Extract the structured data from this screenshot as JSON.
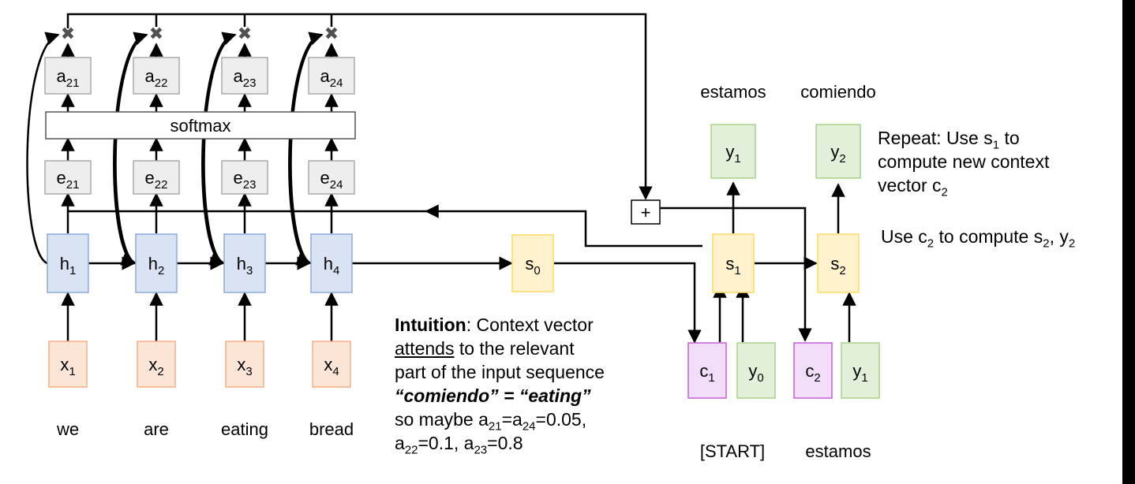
{
  "colors": {
    "h": {
      "fill": "#dae3f3",
      "stroke": "#8faadc"
    },
    "x": {
      "fill": "#fbe5d6",
      "stroke": "#f4b183"
    },
    "s": {
      "fill": "#fff2cc",
      "stroke": "#ffd966"
    },
    "y": {
      "fill": "#e2f0d9",
      "stroke": "#a9d18e"
    },
    "c": {
      "fill": "#f2ddf9",
      "stroke": "#c55fd6"
    },
    "gray": {
      "fill": "#eeeeee",
      "stroke": "#aaaaaa"
    },
    "mult": "#505050"
  },
  "encoder": [
    {
      "h": {
        "b": "h",
        "s": "1"
      },
      "x": {
        "b": "x",
        "s": "1"
      },
      "e": {
        "b": "e",
        "s": "21"
      },
      "a": {
        "b": "a",
        "s": "21"
      },
      "word": "we"
    },
    {
      "h": {
        "b": "h",
        "s": "2"
      },
      "x": {
        "b": "x",
        "s": "2"
      },
      "e": {
        "b": "e",
        "s": "22"
      },
      "a": {
        "b": "a",
        "s": "22"
      },
      "word": "are"
    },
    {
      "h": {
        "b": "h",
        "s": "3"
      },
      "x": {
        "b": "x",
        "s": "3"
      },
      "e": {
        "b": "e",
        "s": "23"
      },
      "a": {
        "b": "a",
        "s": "23"
      },
      "word": "eating"
    },
    {
      "h": {
        "b": "h",
        "s": "4"
      },
      "x": {
        "b": "x",
        "s": "4"
      },
      "e": {
        "b": "e",
        "s": "24"
      },
      "a": {
        "b": "a",
        "s": "24"
      },
      "word": "bread"
    }
  ],
  "softmax_label": "softmax",
  "mult_symbol": "✖",
  "plus_symbol": "+",
  "s0": {
    "b": "s",
    "s": "0"
  },
  "decoder": [
    {
      "s": {
        "b": "s",
        "s": "1"
      },
      "y_out": {
        "b": "y",
        "s": "1"
      },
      "c": {
        "b": "c",
        "s": "1"
      },
      "y_in": {
        "b": "y",
        "s": "0"
      },
      "out_word": "estamos",
      "in_word": "[START]"
    },
    {
      "s": {
        "b": "s",
        "s": "2"
      },
      "y_out": {
        "b": "y",
        "s": "2"
      },
      "c": {
        "b": "c",
        "s": "2"
      },
      "y_in": {
        "b": "y",
        "s": "1"
      },
      "out_word": "comiendo",
      "in_word": "estamos"
    }
  ],
  "intuition": {
    "bold": "Intuition",
    "after_bold": ": Context vector",
    "underlined": "attends",
    "line2_rest": " to the relevant",
    "line3": "part of the input sequence",
    "line4": "“comiendo” = “eating”",
    "line5": {
      "t1": "so maybe a",
      "s1": "21",
      "t2": "=a",
      "s2": "24",
      "t3": "=0.05,"
    },
    "line6": {
      "t1": "a",
      "s1": "22",
      "t2": "=0.1, a",
      "s2": "23",
      "t3": "=0.8"
    }
  },
  "repeat": {
    "line1": {
      "t1": "Repeat: Use s",
      "s1": "1",
      "t2": " to"
    },
    "line2": "compute new context",
    "line3": {
      "t1": "vector c",
      "s1": "2"
    }
  },
  "use_c2": {
    "t1": "Use c",
    "s1": "2",
    "t2": " to compute s",
    "s2": "2",
    "t3": ", y",
    "s3": "2"
  }
}
